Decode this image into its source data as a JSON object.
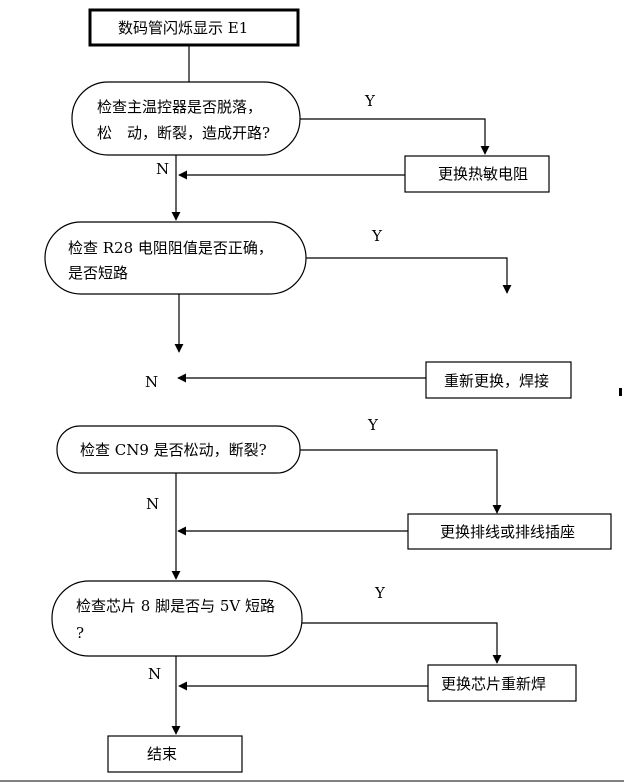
{
  "nodes": {
    "start": {
      "label": "数码管闪烁显示 E1"
    },
    "check_sensor": {
      "line1": "检查主温控器是否脱落，",
      "line2": "松　动，断裂，造成开路?"
    },
    "replace_thermistor": {
      "label": "更换热敏电阻"
    },
    "check_r28": {
      "line1": "检查 R28 电阻阻值是否正确，",
      "line2": "是否短路"
    },
    "replace_solder": {
      "label": "重新更换，焊接"
    },
    "check_cn9": {
      "label": "检查 CN9 是否松动，断裂?"
    },
    "replace_cable": {
      "label": "更换排线或排线插座"
    },
    "check_chip": {
      "line1": "检查芯片 8 脚是否与 5V 短路",
      "line2": "?"
    },
    "replace_chip": {
      "label": "更换芯片重新焊"
    },
    "end": {
      "label": "结束"
    }
  },
  "branch_labels": {
    "yes": "Y",
    "no": "N"
  },
  "colors": {
    "stroke": "#000000",
    "fill": "#ffffff",
    "text": "#000000"
  }
}
